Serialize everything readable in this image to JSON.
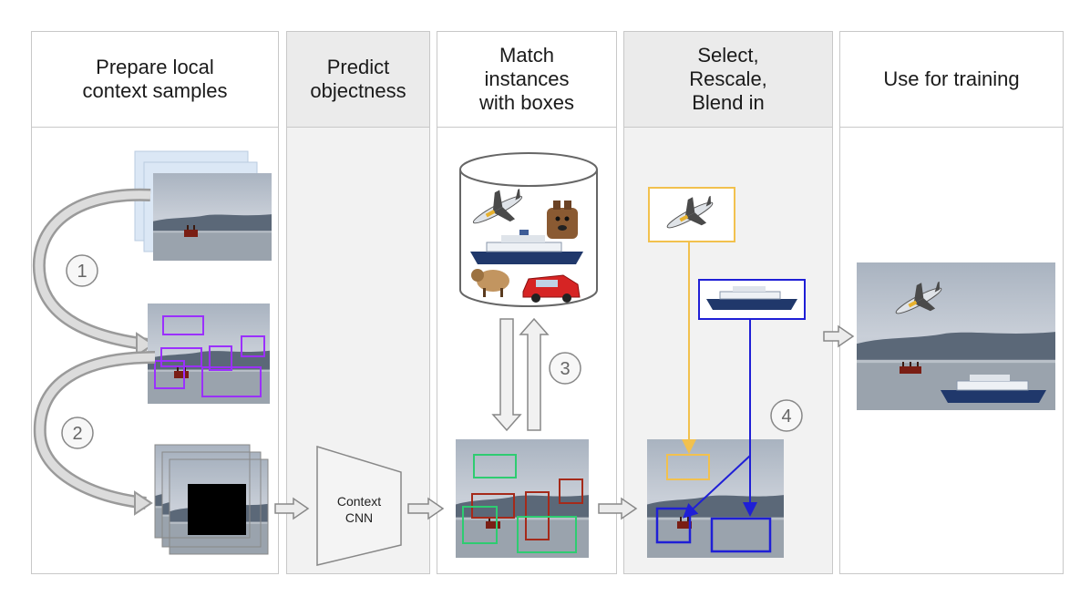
{
  "columns": [
    {
      "title": "Prepare local\ncontext samples"
    },
    {
      "title": "Predict\nobjectness"
    },
    {
      "title": "Match\ninstances\nwith boxes"
    },
    {
      "title": "Select,\nRescale,\nBlend in"
    },
    {
      "title": "Use for training"
    }
  ],
  "cnn": {
    "line1": "Context",
    "line2": "CNN"
  },
  "steps": [
    "1",
    "2",
    "3",
    "4"
  ],
  "colors": {
    "purple": "#9b30ff",
    "green": "#2ecc71",
    "red": "#a52a1a",
    "yellow": "#f2c14e",
    "blue": "#1f1fd6",
    "panel_border": "#c8c8c8"
  }
}
